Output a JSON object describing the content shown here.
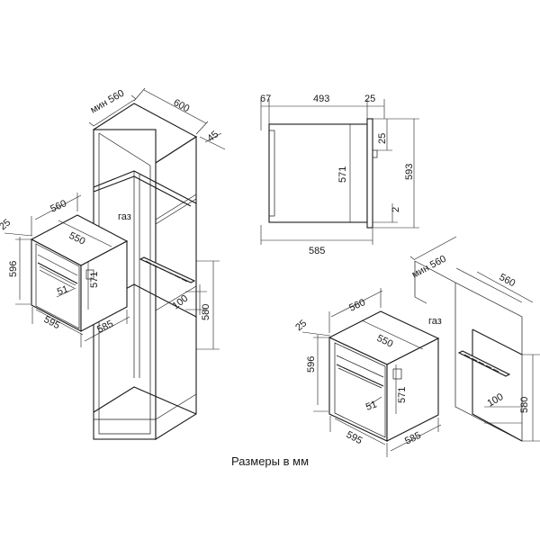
{
  "caption": "Размеры в мм",
  "cabinet_column": {
    "dims": {
      "min_width": "мин 560",
      "depth": "600",
      "top_offset": "45",
      "niche_height": "580",
      "vent": "100"
    },
    "gas_label": "газ",
    "oven": {
      "width_front": "560",
      "inner_depth": "550",
      "side": "25",
      "height": "596",
      "body_height": "571",
      "handle": "51",
      "bottom_width": "595",
      "bottom_depth": "585"
    }
  },
  "side_view": {
    "dims": {
      "back": "67",
      "body_depth": "493",
      "front": "25",
      "total_depth": "585",
      "body_height": "571",
      "total_height": "593",
      "top_gap": "25",
      "bottom_gap": "2"
    }
  },
  "undercounter": {
    "dims": {
      "min_width": "мин 560",
      "depth": "560",
      "niche_height": "580",
      "vent": "100"
    },
    "gas_label": "газ",
    "oven": {
      "width_front": "560",
      "inner_depth": "550",
      "side": "25",
      "height": "596",
      "body_height": "571",
      "handle": "51",
      "bottom_width": "595",
      "bottom_depth": "585"
    }
  },
  "icons": [
    "oven-icon",
    "cabinet-icon"
  ]
}
